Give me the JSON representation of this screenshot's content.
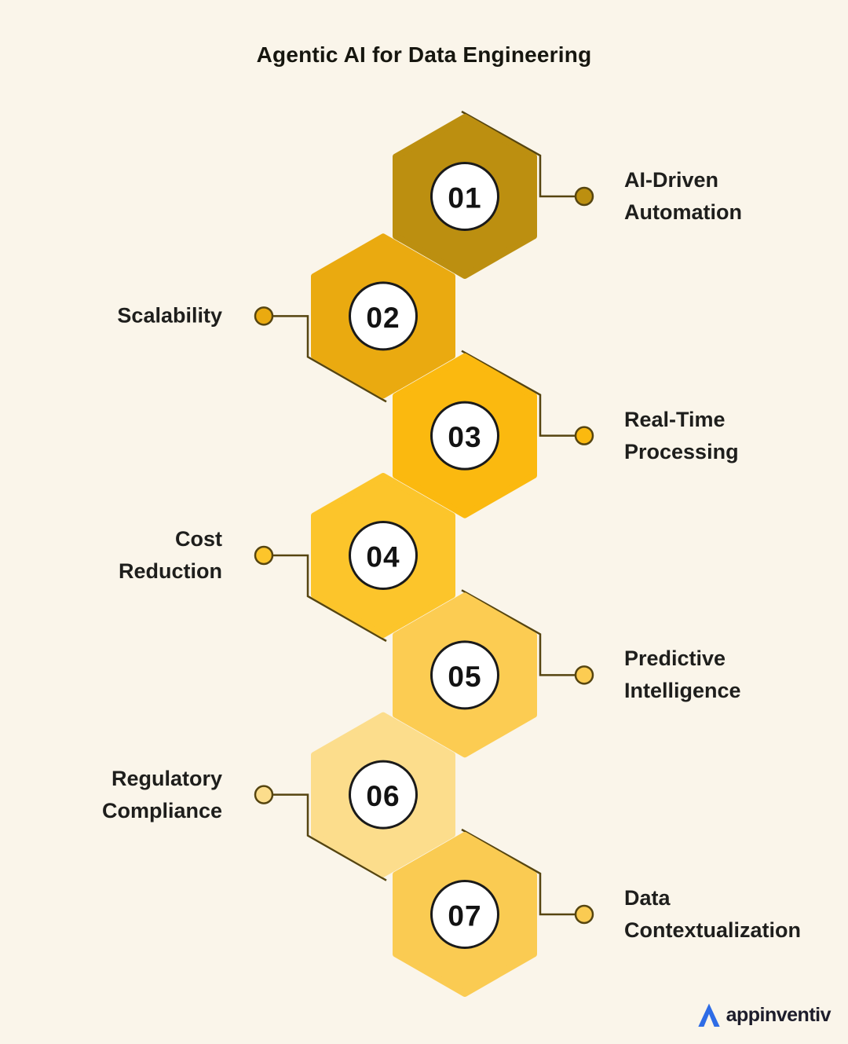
{
  "title": "Agentic AI for Data Engineering",
  "colors": {
    "background": "#FAF5EA",
    "line": "#564510",
    "badge_fill": "#FFFFFF",
    "badge_stroke": "#1A1A1A",
    "number_text": "#131313",
    "label_text": "#1E1E1C",
    "title_text": "#16160F",
    "logo_blue": "#2E6CE6",
    "logo_text": "#1D1D2B"
  },
  "steps": [
    {
      "number": "01",
      "side": "right",
      "color": "#BC8F10",
      "lines": [
        "AI-Driven",
        "Automation"
      ]
    },
    {
      "number": "02",
      "side": "left",
      "color": "#EAAA10",
      "lines": [
        "Scalability"
      ]
    },
    {
      "number": "03",
      "side": "right",
      "color": "#FBB90F",
      "lines": [
        "Real-Time",
        "Processing"
      ]
    },
    {
      "number": "04",
      "side": "left",
      "color": "#FCC52B",
      "lines": [
        "Cost",
        "Reduction"
      ]
    },
    {
      "number": "05",
      "side": "right",
      "color": "#FCCC52",
      "lines": [
        "Predictive",
        "Intelligence"
      ]
    },
    {
      "number": "06",
      "side": "left",
      "color": "#FCDD8C",
      "lines": [
        "Regulatory",
        "Compliance"
      ]
    },
    {
      "number": "07",
      "side": "right",
      "color": "#FACB52",
      "lines": [
        "Data",
        "Contextualization"
      ]
    }
  ],
  "logo": {
    "brand": "appinventiv"
  }
}
